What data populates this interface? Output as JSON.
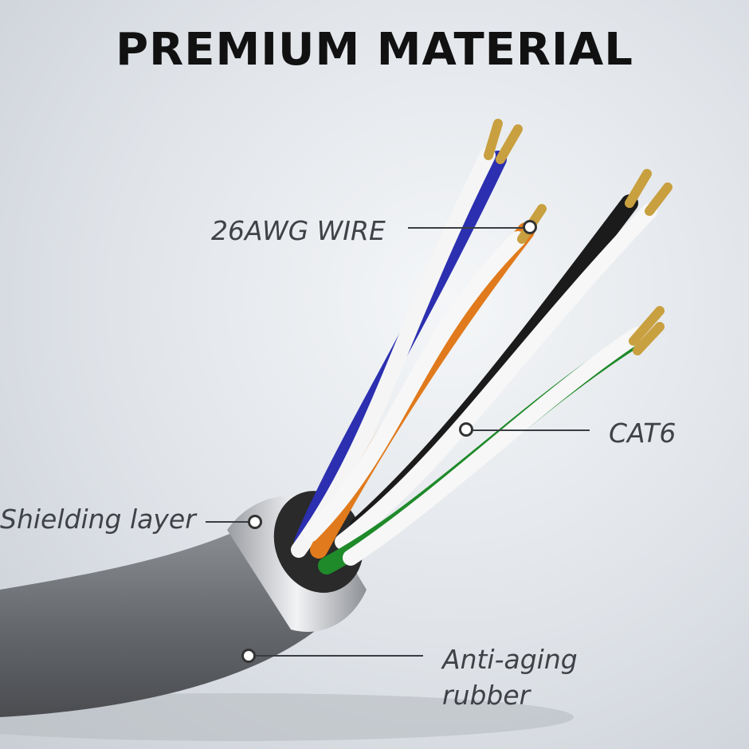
{
  "title": "PREMIUM MATERIAL",
  "callouts": {
    "wire": "26AWG WIRE",
    "category": "CAT6",
    "shield": "Shielding layer",
    "jacket_line1": "Anti-aging",
    "jacket_line2": "rubber"
  },
  "colors": {
    "jacket": "#6e7175",
    "blue": "#2b2fb0",
    "orange": "#e07a1c",
    "black": "#1b1b1b",
    "green": "#1f8a2a",
    "copper": "#d8b050"
  }
}
